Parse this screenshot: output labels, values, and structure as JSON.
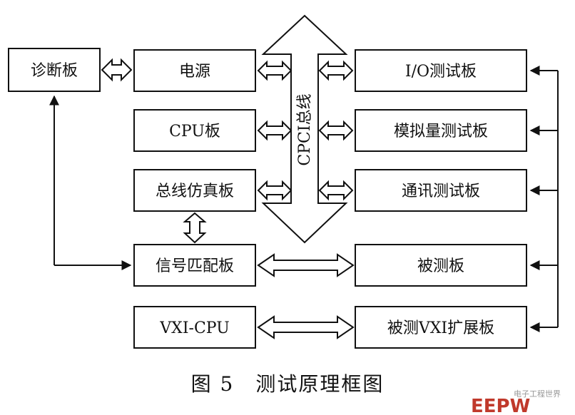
{
  "diagram": {
    "boxes": {
      "diagnostic": "诊断板",
      "power": "电源",
      "cpu": "CPU板",
      "bus_sim": "总线仿真板",
      "signal_match": "信号匹配板",
      "vxi_cpu": "VXI-CPU",
      "io_test": "I/O测试板",
      "analog_test": "模拟量测试板",
      "comm_test": "通讯测试板",
      "dut": "被测板",
      "dut_vxi": "被测VXI扩展板"
    },
    "bus_label": "CPCI总线"
  },
  "caption": "图 5　测试原理框图",
  "watermark": {
    "logo": "EEPW",
    "text": "电子工程世界"
  }
}
